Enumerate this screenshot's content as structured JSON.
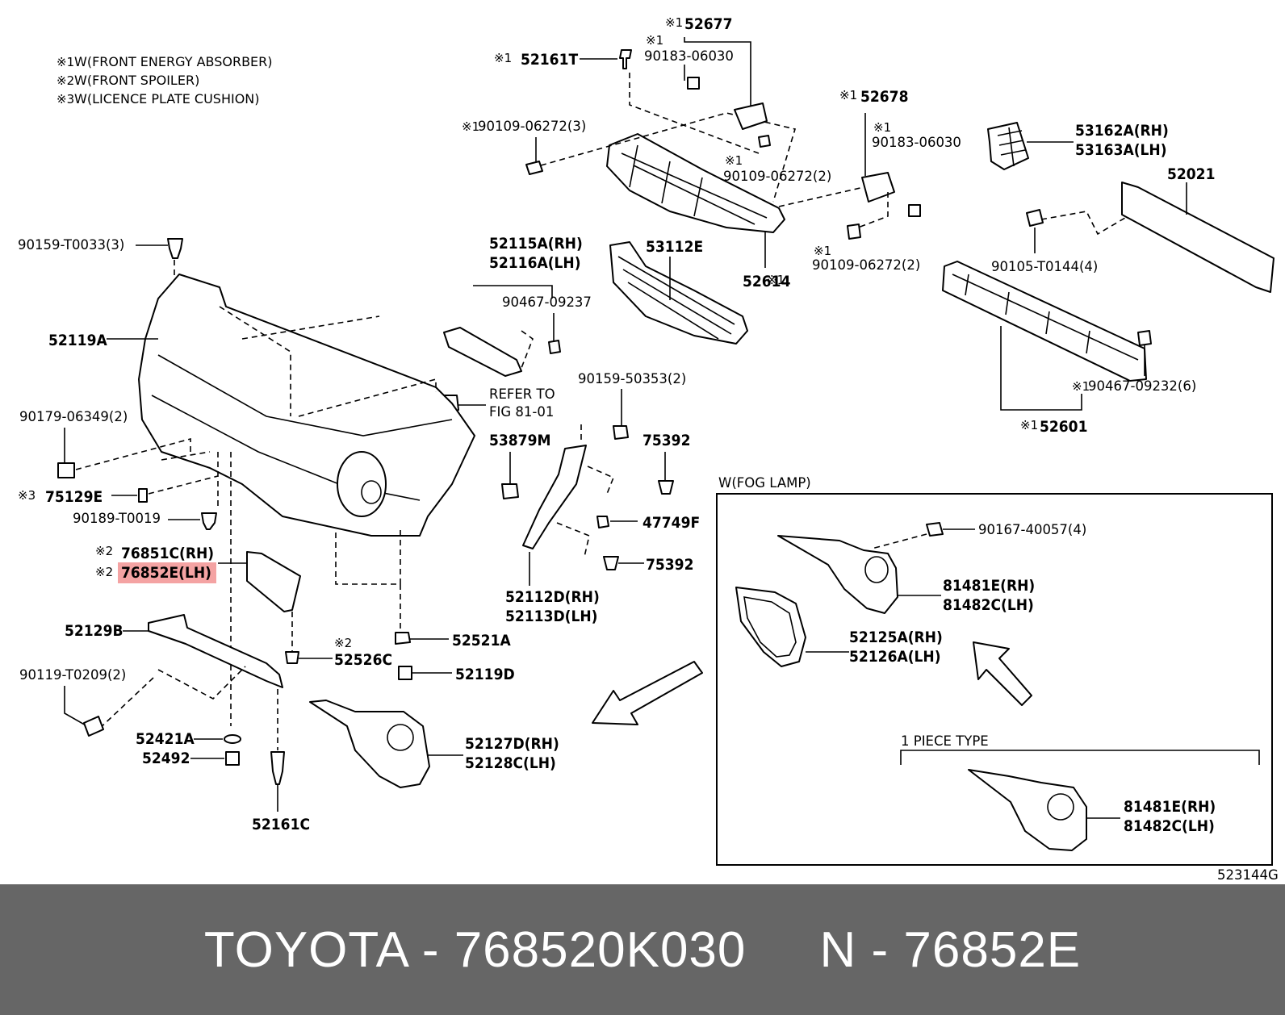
{
  "notes": [
    {
      "mark": "※1",
      "text": "W(FRONT ENERGY ABSORBER)"
    },
    {
      "mark": "※2",
      "text": "W(FRONT SPOILER)"
    },
    {
      "mark": "※3",
      "text": "W(LICENCE PLATE CUSHION)"
    }
  ],
  "labels": {
    "p52677": "52677",
    "p52161T": "52161T",
    "p90183_a": "90183-06030",
    "p90109_3": "90109-06272(3)",
    "p90109_2a": "90109-06272(2)",
    "p52678": "52678",
    "p90183_b": "90183-06030",
    "p90109_2b": "90109-06272(2)",
    "p53162A": "53162A(RH)",
    "p53163A": "53163A(LH)",
    "p52021": "52021",
    "p90105": "90105-T0144(4)",
    "p90467_6": "90467-09232(6)",
    "p52601": "52601",
    "p53112E": "53112E",
    "p52614": "52614",
    "p52115A": "52115A(RH)",
    "p52116A": "52116A(LH)",
    "p90467_09237": "90467-09237",
    "refer1": "REFER TO",
    "refer2": "FIG 81-01",
    "p90159_T0033": "90159-T0033(3)",
    "p52119A": "52119A",
    "p90179": "90179-06349(2)",
    "p75129E": "75129E",
    "p90189": "90189-T0019",
    "p76851C": "76851C(RH)",
    "p76852E": "76852E(LH)",
    "p52129B": "52129B",
    "p90119": "90119-T0209(2)",
    "p52421A": "52421A",
    "p52492": "52492",
    "p52161C": "52161C",
    "p52521A": "52521A",
    "p52526C": "52526C",
    "p52119D": "52119D",
    "p52127D": "52127D(RH)",
    "p52128C": "52128C(LH)",
    "p90159_50353": "90159-50353(2)",
    "p53879M": "53879M",
    "p75392a": "75392",
    "p47749F": "47749F",
    "p75392b": "75392",
    "p52112D": "52112D(RH)",
    "p52113D": "52113D(LH)",
    "fog_title": "W(FOG LAMP)",
    "p90167": "90167-40057(4)",
    "p81481E_a": "81481E(RH)",
    "p81482C_a": "81482C(LH)",
    "p52125A": "52125A(RH)",
    "p52126A": "52126A(LH)",
    "one_piece": "1 PIECE TYPE",
    "p81481E_b": "81481E(RH)",
    "p81482C_b": "81482C(LH)",
    "fig_id": "523144G"
  },
  "marks": {
    "m1": "※1",
    "m2": "※2",
    "m3": "※3"
  },
  "highlight": {
    "part": "76852E(LH)",
    "color": "#f4a3a3"
  },
  "footer": {
    "text": "TOYOTA - 768520K030     N - 76852E",
    "background": "#666666",
    "color": "#ffffff"
  }
}
